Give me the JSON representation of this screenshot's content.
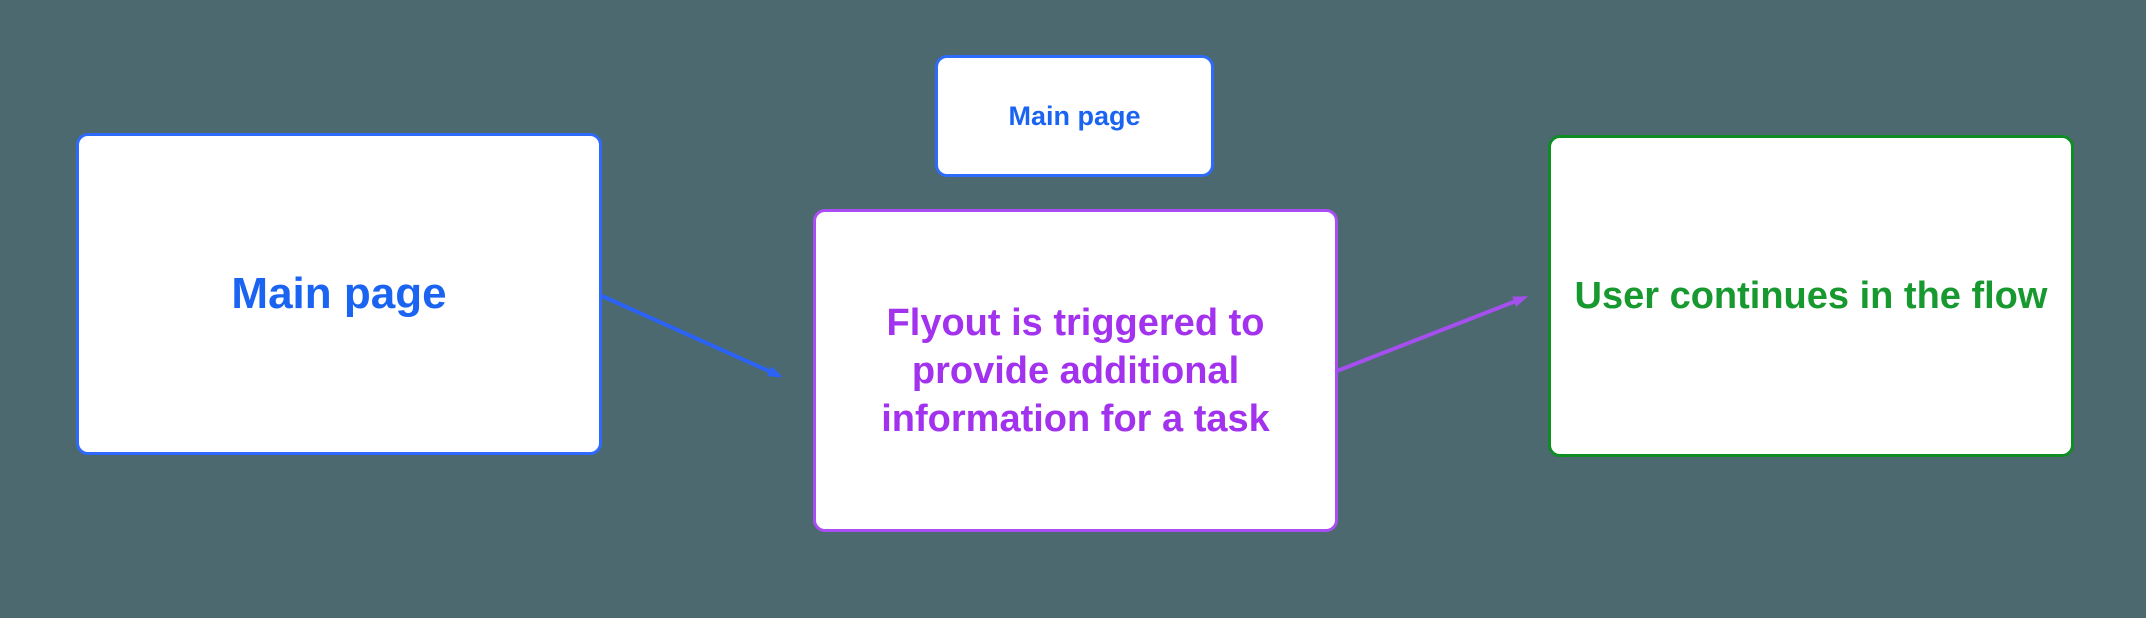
{
  "diagram": {
    "nodes": {
      "main_page": {
        "label": "Main page"
      },
      "main_page_small": {
        "label": "Main page"
      },
      "flyout": {
        "lines": [
          "Flyout is triggered to",
          "provide additional",
          "information for a task"
        ]
      },
      "user_flow": {
        "label": "User continues in the flow"
      }
    },
    "edges": [
      {
        "from": "main_page",
        "to": "flyout",
        "color_name": "blue"
      },
      {
        "from": "flyout",
        "to": "user_flow",
        "color_name": "purple"
      }
    ]
  },
  "colors": {
    "background": "#4c6970",
    "node_background": "#ffffff",
    "blue_text": "#1b64f2",
    "blue_border": "#2e6bfc",
    "blue_arrow": "#2c63f7",
    "purple_text": "#a232ee",
    "purple_border": "#a94ef2",
    "purple_arrow": "#a44fee",
    "green_text": "#17992f",
    "green_border": "#0f8c24"
  }
}
